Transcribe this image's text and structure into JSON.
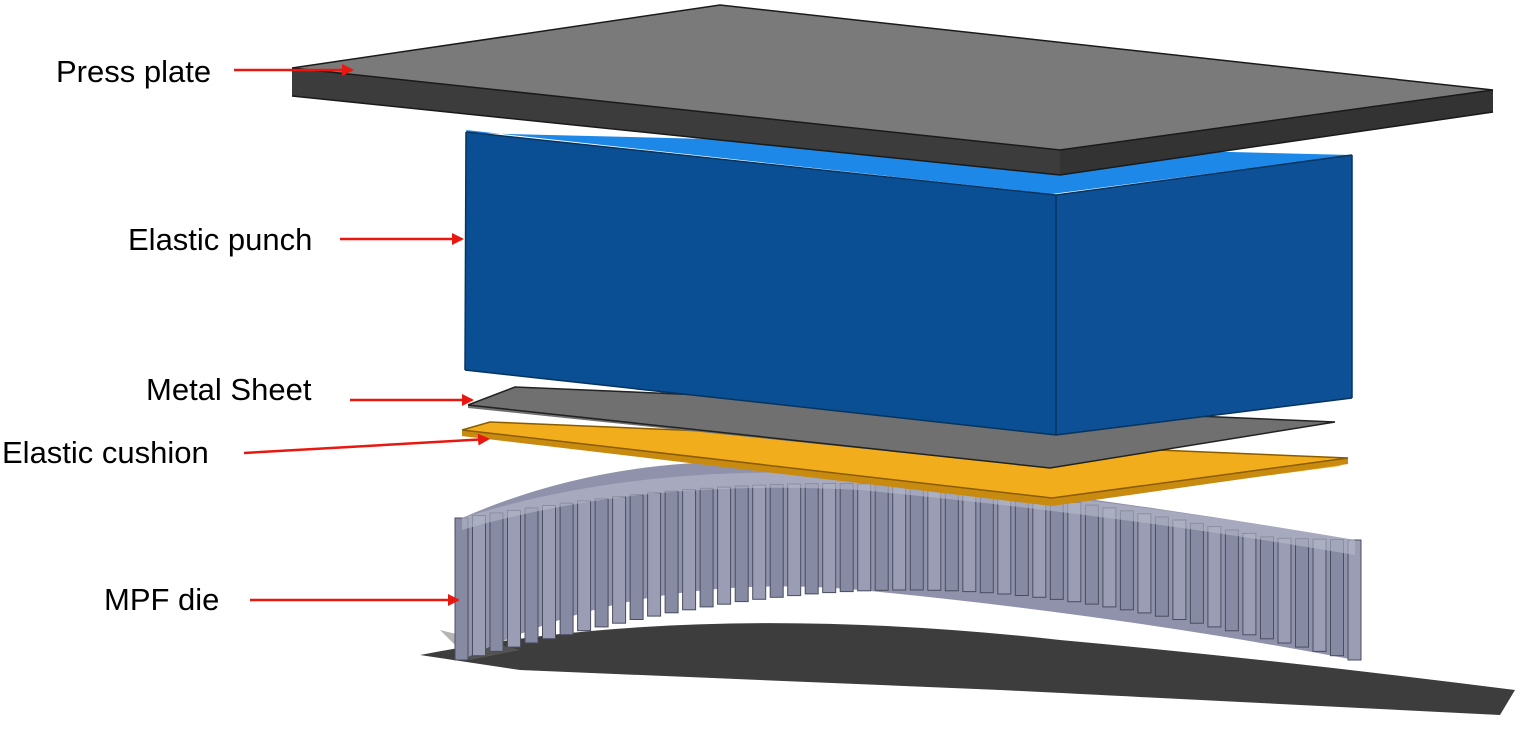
{
  "labels": {
    "press_plate": "Press plate",
    "elastic_punch": "Elastic punch",
    "metal_sheet": "Metal Sheet",
    "elastic_cushion": "Elastic cushion",
    "mpf_die": "MPF die"
  },
  "colors": {
    "press_plate_top": "#7a7a7a",
    "press_plate_front": "#3c3c3c",
    "punch_front": "#0a4f94",
    "punch_top": "#1e88e8",
    "punch_side": "#1f5fa3",
    "metal_sheet": "#707070",
    "cushion": "#f2ad1d",
    "die_pins": "#8f92aa",
    "arrow": "#e8170f"
  },
  "die": {
    "columns": 52
  }
}
